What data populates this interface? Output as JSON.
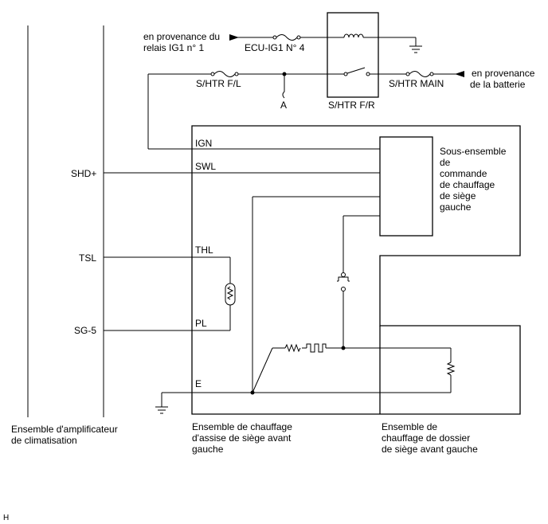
{
  "sources": {
    "ig1_line1": "en provenance du",
    "ig1_line2": "relais IG1 n° 1",
    "battery_line1": "en provenance",
    "battery_line2": "de la batterie"
  },
  "fuses": {
    "ecu_ig1": "ECU-IG1 N° 4",
    "shtr_fl": "S/HTR F/L",
    "shtr_main": "S/HTR MAIN"
  },
  "relay": {
    "label": "S/HTR F/R"
  },
  "junction": {
    "label": "A"
  },
  "amplifier": {
    "pins": {
      "shd": "SHD+",
      "tsl": "TSL",
      "sg5": "SG-5"
    },
    "caption_line1": "Ensemble d'amplificateur",
    "caption_line2": "de climatisation"
  },
  "cushion_heater": {
    "terminals": {
      "ign": "IGN",
      "swl": "SWL",
      "thl": "THL",
      "pl": "PL",
      "e": "E"
    },
    "caption_line1": "Ensemble de chauffage",
    "caption_line2": "d'assise de siège avant",
    "caption_line3": "gauche"
  },
  "control_module": {
    "label_line1": "Sous-ensemble",
    "label_line2": "de",
    "label_line3": "commande",
    "label_line4": "de chauffage",
    "label_line5": "de siège",
    "label_line6": "gauche"
  },
  "back_heater": {
    "caption_line1": "Ensemble de",
    "caption_line2": "chauffage de dossier",
    "caption_line3": "de siège avant gauche"
  },
  "corner_mark": "H"
}
